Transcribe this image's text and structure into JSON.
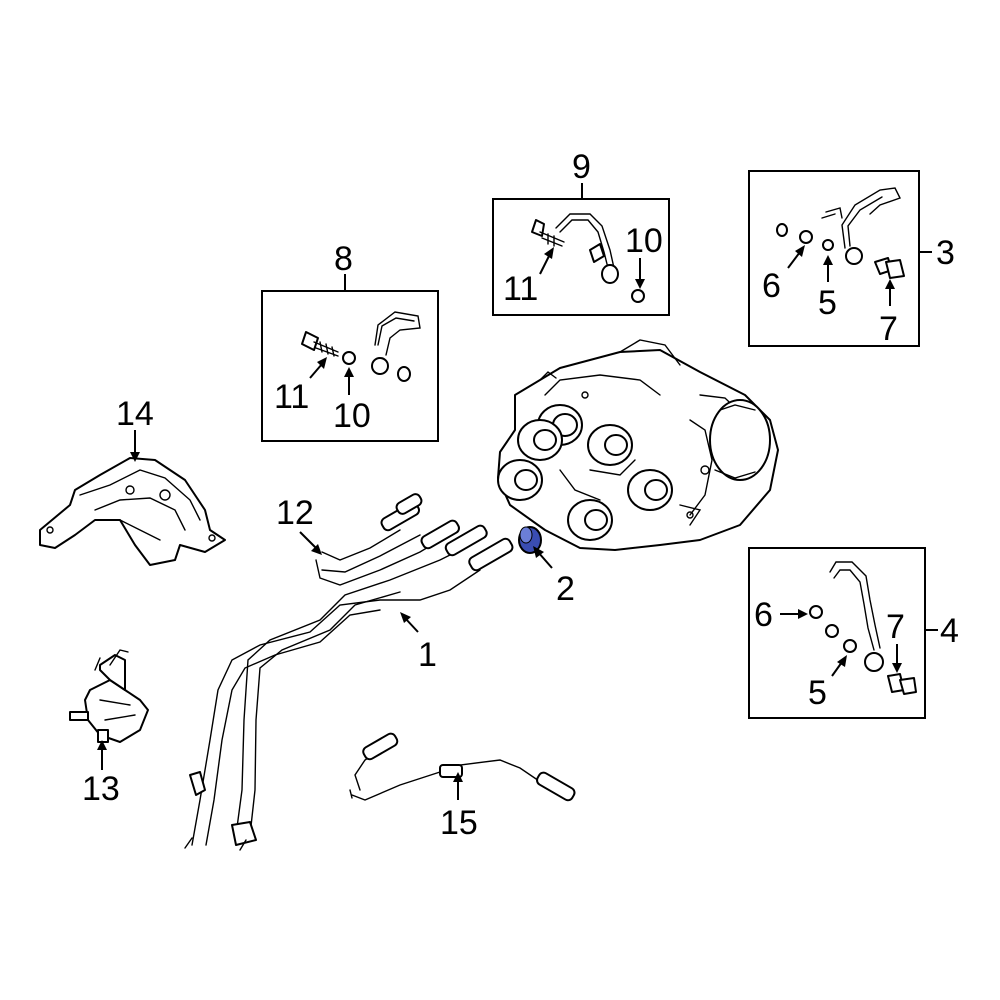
{
  "callouts": {
    "c1": "1",
    "c2": "2",
    "c3": "3",
    "c4": "4",
    "c5a": "5",
    "c5b": "5",
    "c6a": "6",
    "c6b": "6",
    "c7a": "7",
    "c7b": "7",
    "c8": "8",
    "c9": "9",
    "c10a": "10",
    "c10b": "10",
    "c11a": "11",
    "c11b": "11",
    "c12": "12",
    "c13": "13",
    "c14": "14",
    "c15": "15"
  },
  "colors": {
    "line": "#000000",
    "background": "#ffffff",
    "highlight_part": "#3a4db3"
  }
}
